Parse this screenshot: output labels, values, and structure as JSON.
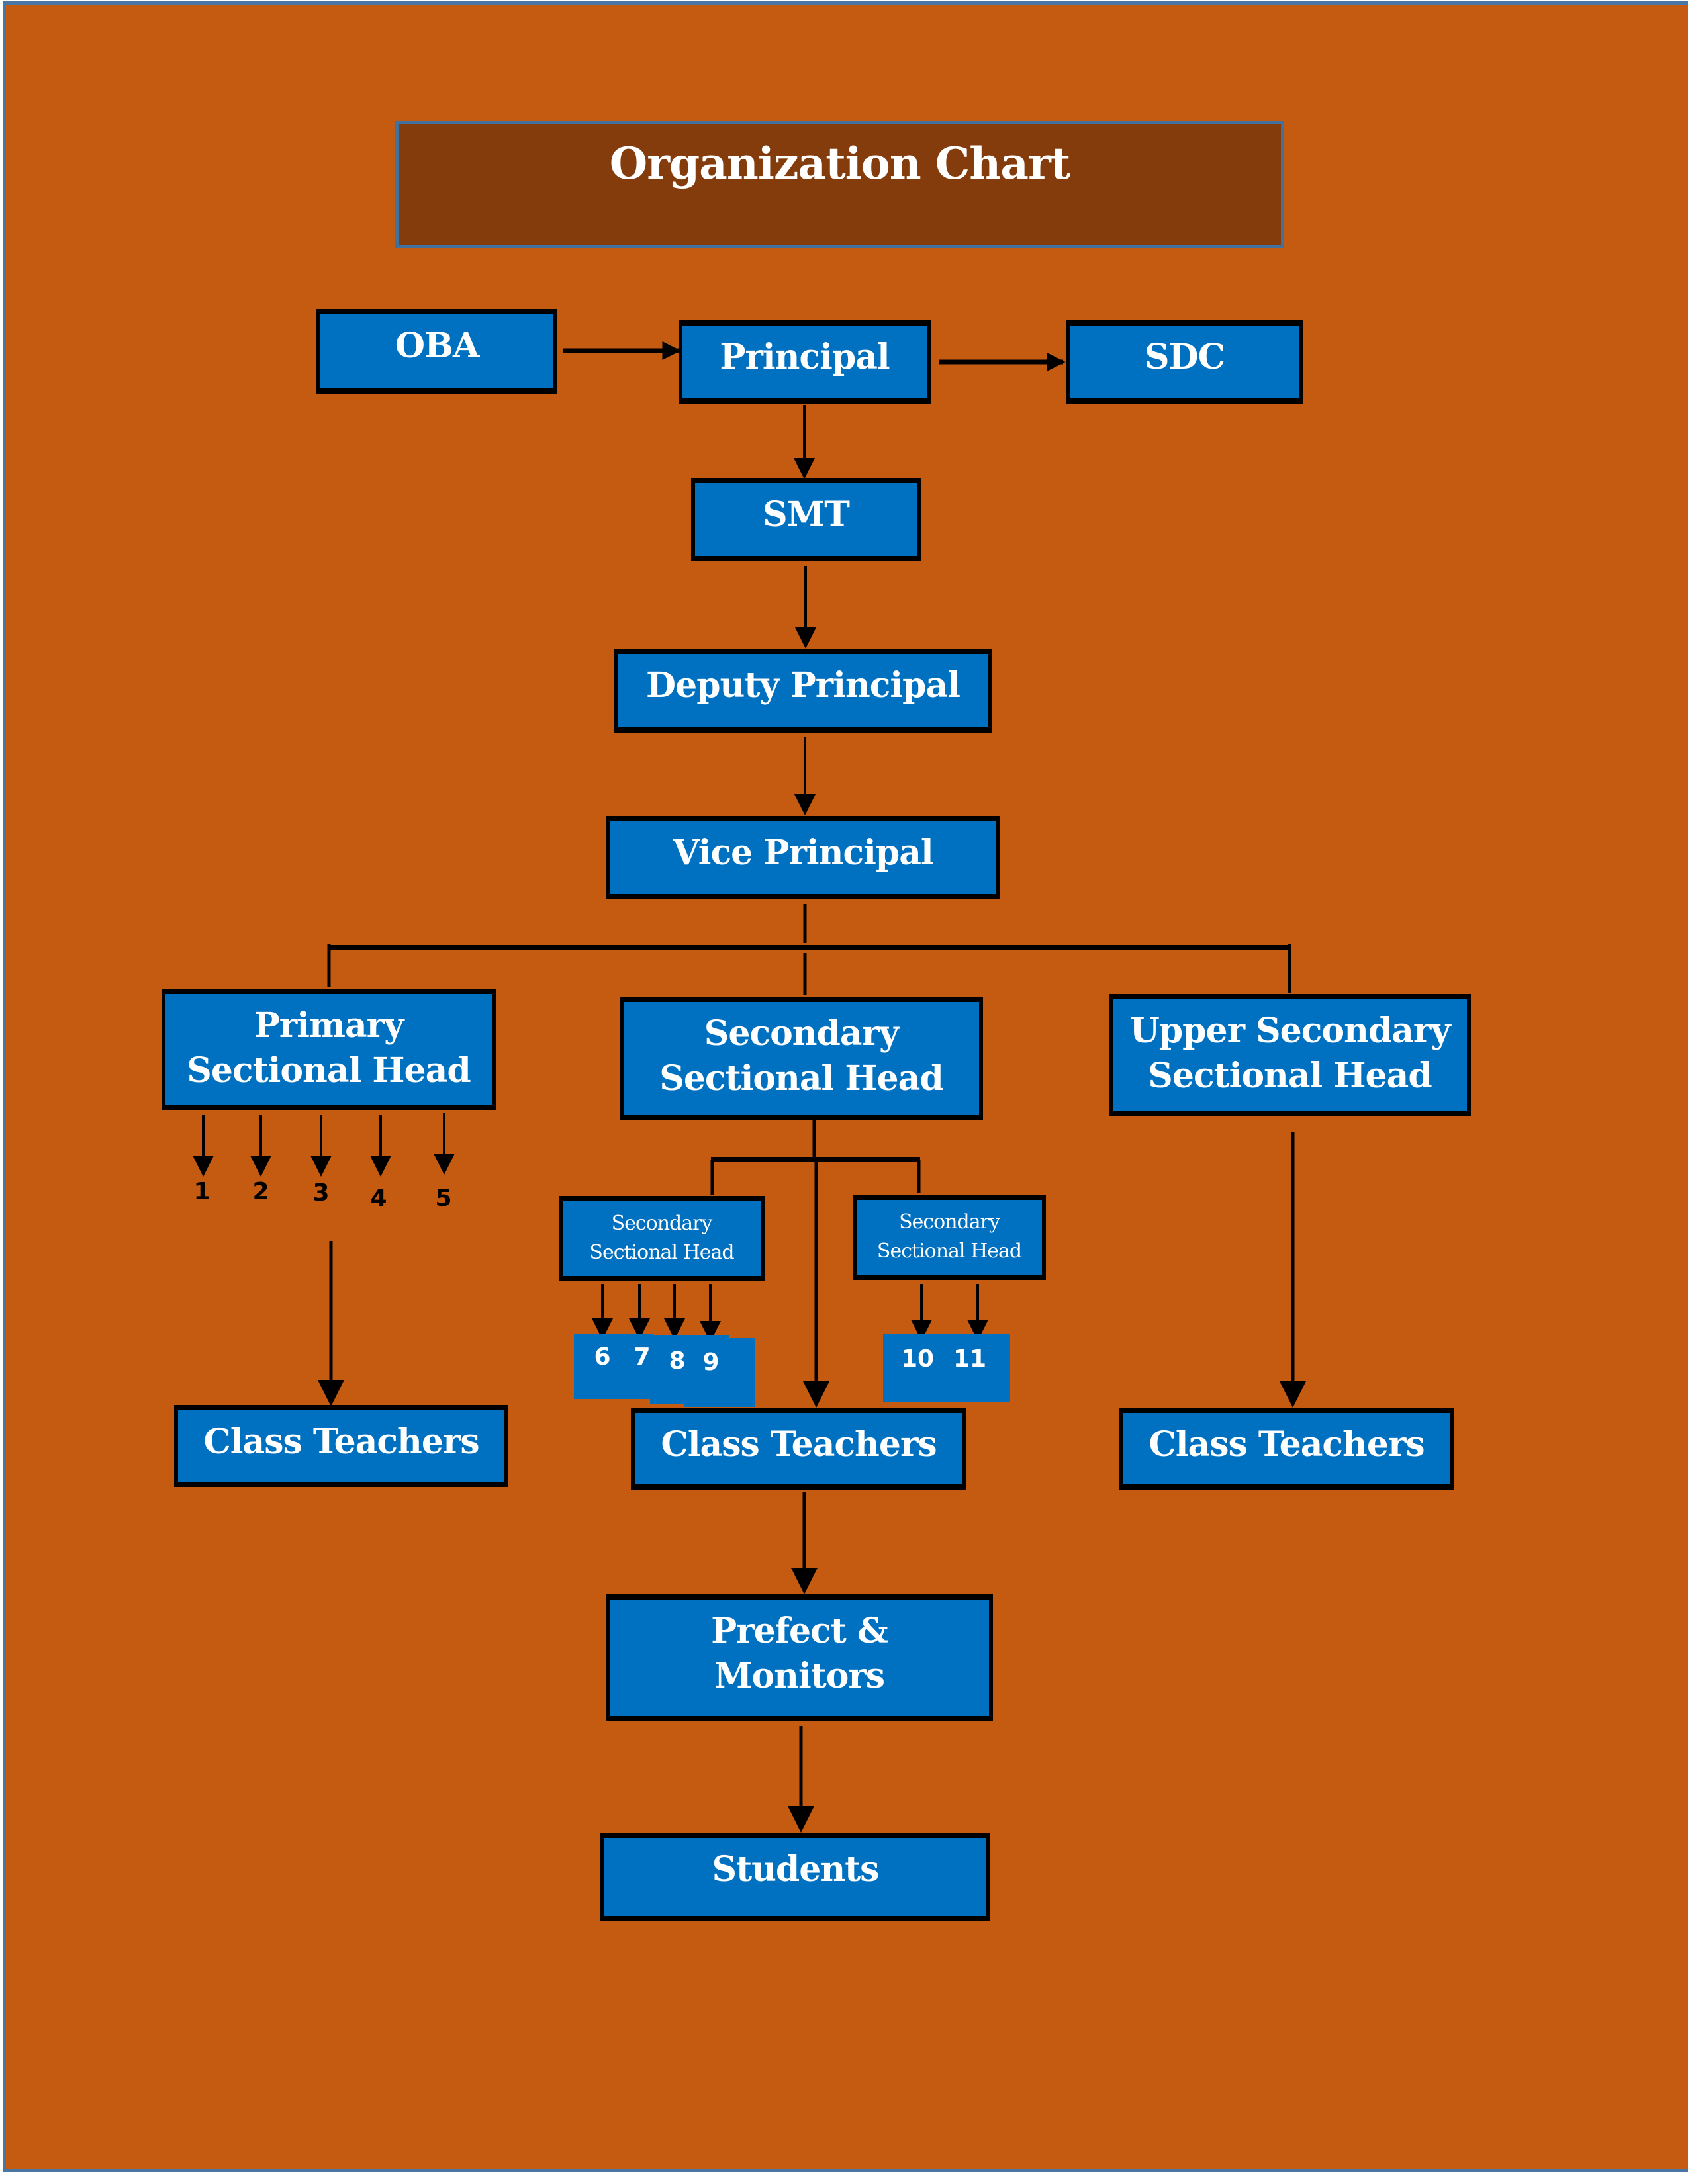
{
  "title": "Organization Chart",
  "colors": {
    "background": "#c55a11",
    "title_fill": "#843c0c",
    "node_fill": "#0070c0",
    "node_border": "#000000",
    "text": "#ffffff",
    "page_border": "#4a76a6"
  },
  "nodes": {
    "oba": {
      "lines": [
        "OBA"
      ]
    },
    "principal": {
      "lines": [
        "Principal"
      ]
    },
    "sdc": {
      "lines": [
        "SDC"
      ]
    },
    "smt": {
      "lines": [
        "SMT"
      ]
    },
    "deputy_principal": {
      "lines": [
        "Deputy Principal"
      ]
    },
    "vice_principal": {
      "lines": [
        "Vice Principal"
      ]
    },
    "primary_sectional_head": {
      "lines": [
        "Primary",
        "Sectional Head"
      ]
    },
    "secondary_sectional_head": {
      "lines": [
        "Secondary",
        "Sectional Head"
      ]
    },
    "upper_secondary_sectional_head": {
      "lines": [
        "Upper Secondary",
        "Sectional Head"
      ]
    },
    "secondary_sub_head_left": {
      "lines": [
        "Secondary",
        "Sectional Head"
      ]
    },
    "secondary_sub_head_right": {
      "lines": [
        "Secondary",
        "Sectional Head"
      ]
    },
    "class_teachers_primary": {
      "lines": [
        "Class Teachers"
      ]
    },
    "class_teachers_secondary": {
      "lines": [
        "Class Teachers"
      ]
    },
    "class_teachers_upper": {
      "lines": [
        "Class Teachers"
      ]
    },
    "prefect_monitors": {
      "lines": [
        "Prefect &",
        "Monitors"
      ]
    },
    "students": {
      "lines": [
        "Students"
      ]
    }
  },
  "grades": {
    "primary": [
      "1",
      "2",
      "3",
      "4",
      "5"
    ],
    "secondary_left": [
      "6",
      "7",
      "8",
      "9"
    ],
    "secondary_right": [
      "10",
      "11"
    ]
  }
}
